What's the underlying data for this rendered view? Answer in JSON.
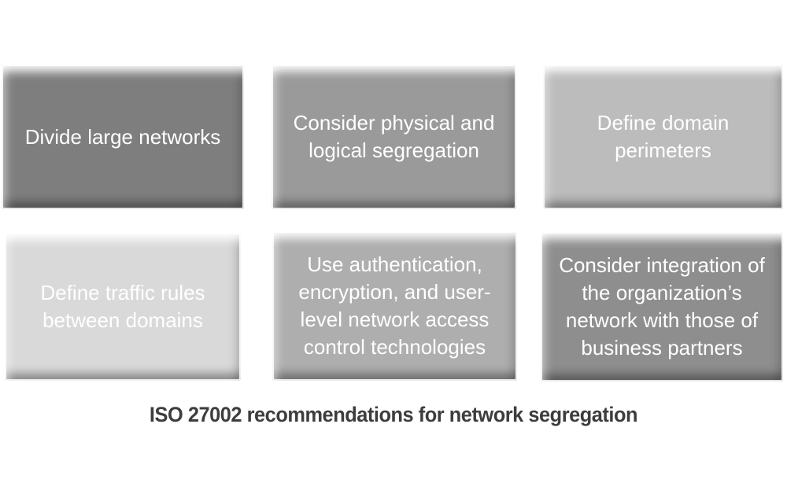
{
  "diagram": {
    "background_color": "#ffffff",
    "text_color": "#ffffff",
    "boxes": [
      {
        "label": "Divide large networks",
        "fill": "#7e7e7e"
      },
      {
        "label": "Consider physical and logical segregation",
        "fill": "#9a9a9a"
      },
      {
        "label": "Define domain perimeters",
        "fill": "#bcbcbc"
      },
      {
        "label": "Define traffic rules between domains",
        "fill": "#d9d9d9"
      },
      {
        "label": "Use authentication, encryption, and user-level network access control technologies",
        "fill": "#aeaeae"
      },
      {
        "label": "Consider integration of the organization’s network with those of business partners",
        "fill": "#8e8e8e"
      }
    ],
    "caption": {
      "text": "ISO 27002 recommendations for network segregation",
      "color": "#3d3d3d"
    }
  }
}
